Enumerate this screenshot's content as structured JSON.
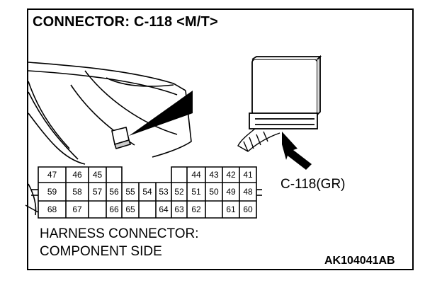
{
  "title": "CONNECTOR: C-118 <M/T>",
  "connector_label": "C-118(GR)",
  "harness": {
    "line1": "HARNESS CONNECTOR:",
    "line2": "COMPONENT SIDE"
  },
  "code": "AK104041AB",
  "pins": {
    "row1_left": [
      "47",
      "46",
      "45"
    ],
    "row1_right": [
      "44",
      "43",
      "42",
      "41"
    ],
    "row2": [
      "59",
      "58",
      "57",
      "56",
      "55",
      "54",
      "53",
      "52",
      "51",
      "50",
      "49",
      "48"
    ],
    "row3_left": [
      "68",
      "67"
    ],
    "row3_mid": [
      "66",
      "65"
    ],
    "row3_mid2": [
      "64",
      "63",
      "62"
    ],
    "row3_right": [
      "61",
      "60"
    ]
  }
}
